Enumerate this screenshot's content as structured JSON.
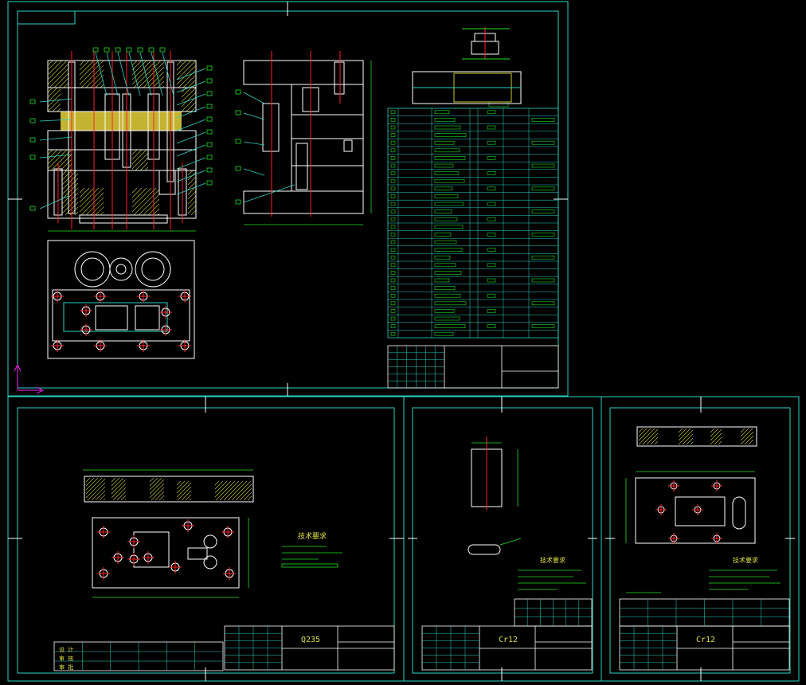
{
  "colors": {
    "background": "#000000",
    "frame": "#2ad4c8",
    "outline": "#ffffff",
    "center_line": "#ff2020",
    "dimension": "#20e020",
    "hatch": "#c8c830",
    "text_label": "#e0e040",
    "ucs_axis": "#d020d0"
  },
  "sheets": {
    "assembly": {
      "material_label": ""
    },
    "bottom_left": {
      "material": "Q235",
      "tech_requirements_title": "技术要求"
    },
    "bottom_middle": {
      "material": "Cr12",
      "tech_requirements_title": "技术要求"
    },
    "bottom_right": {
      "material": "Cr12",
      "tech_requirements_title": "技术要求"
    }
  },
  "title_block_signoffs": [
    "设 计",
    "审 核",
    "审 批"
  ],
  "icons": {
    "ucs": "ucs-axis-icon"
  }
}
